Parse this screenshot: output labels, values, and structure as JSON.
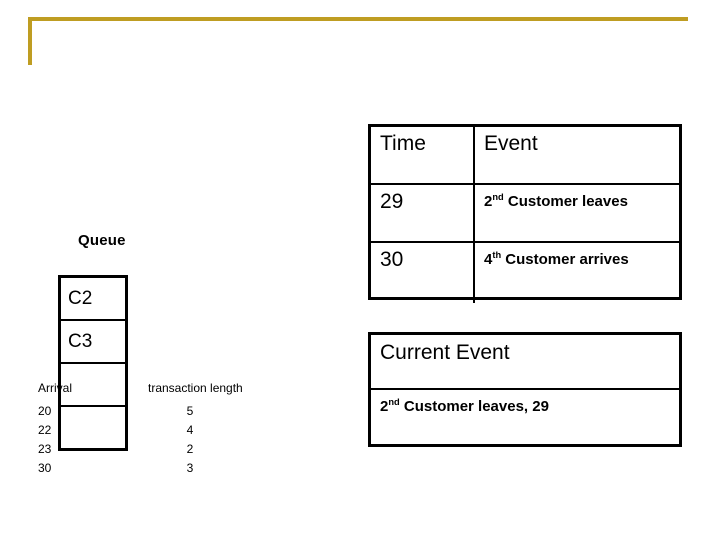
{
  "decoration": {
    "accent_color": "#BF9D22"
  },
  "queue": {
    "label": "Queue",
    "cells": [
      "C2",
      "C3",
      "",
      ""
    ]
  },
  "arrival_table": {
    "headers": [
      "Arrival",
      "transaction length"
    ],
    "rows": [
      {
        "arrival": "20",
        "transaction_length": "5"
      },
      {
        "arrival": "22",
        "transaction_length": "4"
      },
      {
        "arrival": "23",
        "transaction_length": "2"
      },
      {
        "arrival": "30",
        "transaction_length": "3"
      }
    ]
  },
  "event_table": {
    "headers": {
      "time": "Time",
      "event": "Event"
    },
    "rows": [
      {
        "time": "29",
        "event_ordinal": "2",
        "event_ordinal_suffix": "nd",
        "event_text": " Customer leaves"
      },
      {
        "time": "30",
        "event_ordinal": "4",
        "event_ordinal_suffix": "th",
        "event_text": " Customer arrives"
      }
    ]
  },
  "current_event": {
    "title": "Current Event",
    "ordinal": "2",
    "ordinal_suffix": "nd",
    "text": " Customer leaves,  29"
  }
}
